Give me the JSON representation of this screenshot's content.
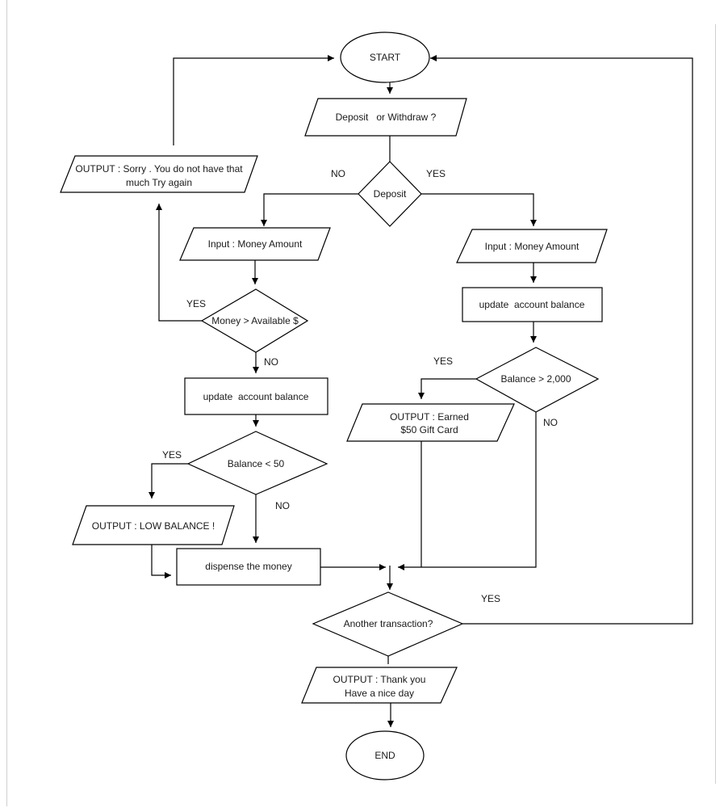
{
  "start": "START",
  "end": "END",
  "choice": "Deposit   or Withdraw ?",
  "deposit_decision": "Deposit",
  "left": {
    "branch_label": "NO",
    "input": "Input : Money Amount",
    "check": "Money > Available $",
    "check_yes": "YES",
    "check_no": "NO",
    "sorry_line1": "OUTPUT : Sorry . You do not have that",
    "sorry_line2": "much Try again",
    "update": "update  account balance",
    "low_check": "Balance < 50",
    "low_yes": "YES",
    "low_no": "NO",
    "low_output": "OUTPUT : LOW BALANCE !",
    "dispense": "dispense the money"
  },
  "right": {
    "branch_label": "YES",
    "input": "Input : Money Amount",
    "update": "update  account balance",
    "gift_check": "Balance > 2,000",
    "gift_yes": "YES",
    "gift_no": "NO",
    "gift_line1": "OUTPUT : Earned",
    "gift_line2": "$50 Gift Card"
  },
  "another": "Another transaction?",
  "another_yes": "YES",
  "thanks_line1": "OUTPUT : Thank you",
  "thanks_line2": "Have a nice day",
  "colors": {
    "stroke": "#000000",
    "fill": "#ffffff",
    "text": "#1a1a1a",
    "border": "#cfcfcf"
  }
}
